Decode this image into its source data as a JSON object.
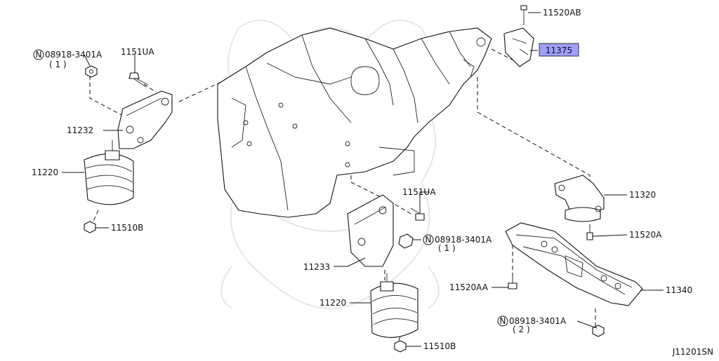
{
  "labels": {
    "l08918_top": "08918-3401A",
    "l08918_top_qty": "( 1 )",
    "l1151UA_top": "1151UA",
    "l11232": "11232",
    "l11220_left": "11220",
    "l11510B_left": "11510B",
    "l11520AB": "11520AB",
    "l11375": "11375",
    "l1151UA_mid": "1151UA",
    "l08918_mid": "08918-3401A",
    "l08918_mid_qty": "( 1 )",
    "l11233": "11233",
    "l11220_mid": "11220",
    "l11510B_mid": "11510B",
    "l11320": "11320",
    "l11520A": "11520A",
    "l11520AA": "11520AA",
    "l11340": "11340",
    "l08918_bot": "08918-3401A",
    "l08918_bot_qty": "( 2 )",
    "n_symbol": "N",
    "diagram_code": "J11201SN"
  },
  "highlight": {
    "part": "11375",
    "color": "#9e9eff"
  }
}
